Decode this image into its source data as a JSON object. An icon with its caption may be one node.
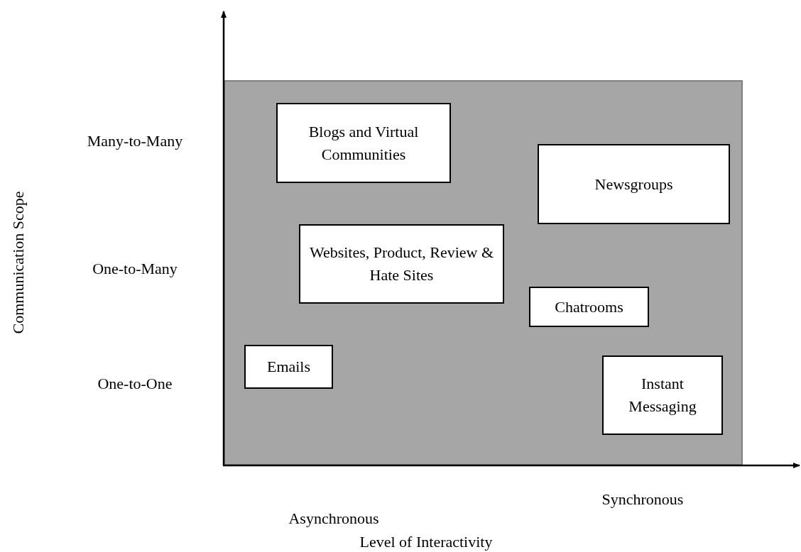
{
  "diagram": {
    "nodes": [
      {
        "text": [
          "Blogs and Virtual Communities"
        ]
      },
      {
        "text": [
          "Newsgroups"
        ]
      },
      {
        "text": [
          "Websites, Product, Review & Hate Sites"
        ]
      },
      {
        "text": [
          "Chatrooms"
        ]
      },
      {
        "text": [
          "Emails"
        ]
      },
      {
        "text": [
          "Instant Messaging"
        ]
      }
    ],
    "edges": [],
    "labels": [
      "Many-to-Many",
      "One-to-Many",
      "One-to-One",
      "Communication Scope",
      "Asynchronous",
      "Synchronous",
      "Level of Interactivity"
    ]
  }
}
